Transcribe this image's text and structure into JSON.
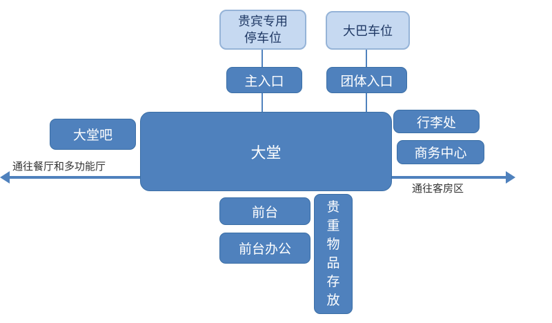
{
  "colors": {
    "primary_blue": "#4f81bd",
    "light_blue_fill": "#c6d9f1",
    "light_blue_border": "#95b3d7",
    "dark_text": "#1f3864",
    "label_text": "#333333"
  },
  "nodes": {
    "vip_parking": "贵宾专用停车位",
    "bus_parking": "大巴车位",
    "main_entrance": "主入口",
    "group_entrance": "团体入口",
    "lobby": "大堂",
    "lobby_bar": "大堂吧",
    "luggage": "行李处",
    "business_center": "商务中心",
    "front_desk": "前台",
    "front_office": "前台办公",
    "valuables_storage": "贵重物品存放"
  },
  "labels": {
    "left_route": "通往餐厅和多功能厅",
    "right_route": "通往客房区"
  }
}
